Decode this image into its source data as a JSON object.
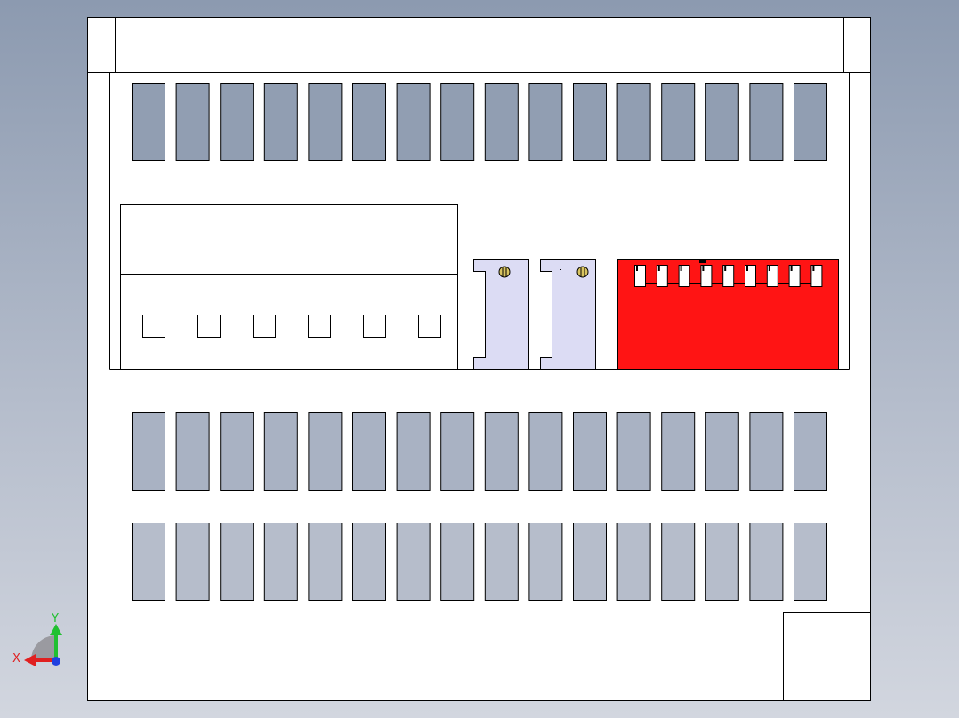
{
  "triad": {
    "x_label": "X",
    "y_label": "Y",
    "x_color": "#e02020",
    "y_color": "#20c030",
    "z_color": "#2040e0"
  },
  "colors": {
    "panel_fill": "#ffffff",
    "outline": "#000000",
    "top_slot_fill": "#919eb2",
    "middle_slot_fill": "#a9b2c3",
    "bottom_slot_fill": "#b6bdcb",
    "bracket_fill": "#dcdcf4",
    "dip_switch_fill": "#ff1414",
    "screw_fill": "#d8c460"
  },
  "slot_rows": {
    "top_count": 16,
    "middle_count": 16,
    "bottom_count": 16
  },
  "connector_window_count": 6,
  "dip_switch_count": 9
}
